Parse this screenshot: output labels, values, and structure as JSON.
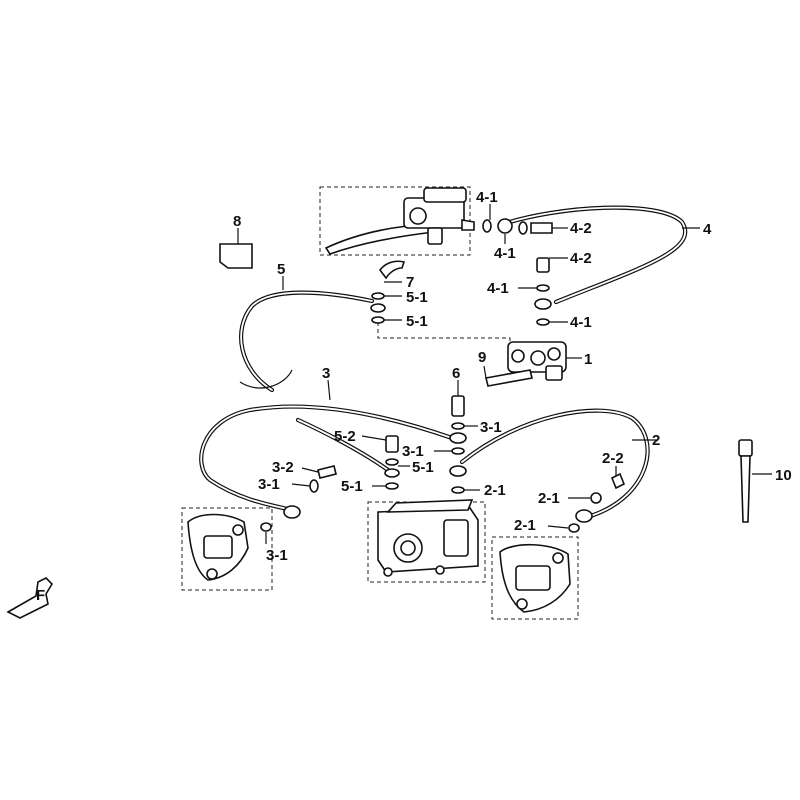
{
  "callouts": {
    "c1": "1",
    "c2": "2",
    "c2_1a": "2-1",
    "c2_1b": "2-1",
    "c2_1c": "2-1",
    "c2_2": "2-2",
    "c3": "3",
    "c3_1a": "3-1",
    "c3_1b": "3-1",
    "c3_1c": "3-1",
    "c3_1d": "3-1",
    "c3_2": "3-2",
    "c4": "4",
    "c4_1a": "4-1",
    "c4_1b": "4-1",
    "c4_1c": "4-1",
    "c4_1d": "4-1",
    "c4_2a": "4-2",
    "c4_2b": "4-2",
    "c5": "5",
    "c5_1a": "5-1",
    "c5_1b": "5-1",
    "c5_1c": "5-1",
    "c5_1d": "5-1",
    "c5_2": "5-2",
    "c6": "6",
    "c7": "7",
    "c8": "8",
    "c9": "9",
    "c10": "10"
  },
  "orientation_marker": "F",
  "colors": {
    "ink": "#111111",
    "paper": "#ffffff"
  }
}
